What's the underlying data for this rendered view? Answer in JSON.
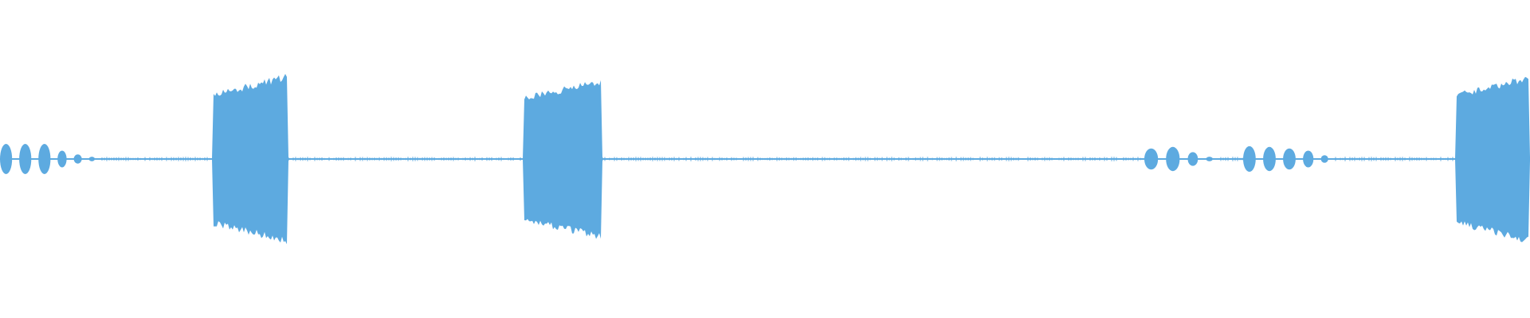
{
  "waveform": {
    "color": "#5DAAE0",
    "background": "#ffffff",
    "baseline": "center",
    "segments": [
      {
        "kind": "pulse-train",
        "pulses": [
          {
            "rel": 1.0,
            "dur": 0.6
          },
          {
            "rel": 1.0,
            "dur": 0.6
          },
          {
            "rel": 1.0,
            "dur": 0.6
          },
          {
            "rel": 0.55,
            "dur": 0.45
          },
          {
            "rel": 0.3,
            "dur": 0.4
          },
          {
            "rel": 0.15,
            "dur": 0.3
          }
        ]
      },
      {
        "kind": "silence"
      },
      {
        "kind": "burst",
        "amp": 0.93
      },
      {
        "kind": "silence"
      },
      {
        "kind": "burst",
        "amp": 0.88
      },
      {
        "kind": "silence"
      },
      {
        "kind": "pulse-train",
        "pulses": [
          {
            "rel": 0.7,
            "dur": 0.6
          },
          {
            "rel": 0.8,
            "dur": 0.6
          },
          {
            "rel": 0.45,
            "dur": 0.45
          },
          {
            "rel": 0.15,
            "dur": 0.3
          }
        ]
      },
      {
        "kind": "silence"
      },
      {
        "kind": "pulse-train",
        "pulses": [
          {
            "rel": 0.85,
            "dur": 0.6
          },
          {
            "rel": 0.8,
            "dur": 0.6
          },
          {
            "rel": 0.7,
            "dur": 0.6
          },
          {
            "rel": 0.55,
            "dur": 0.5
          },
          {
            "rel": 0.25,
            "dur": 0.35
          }
        ]
      },
      {
        "kind": "silence"
      },
      {
        "kind": "burst",
        "amp": 0.92
      }
    ]
  }
}
